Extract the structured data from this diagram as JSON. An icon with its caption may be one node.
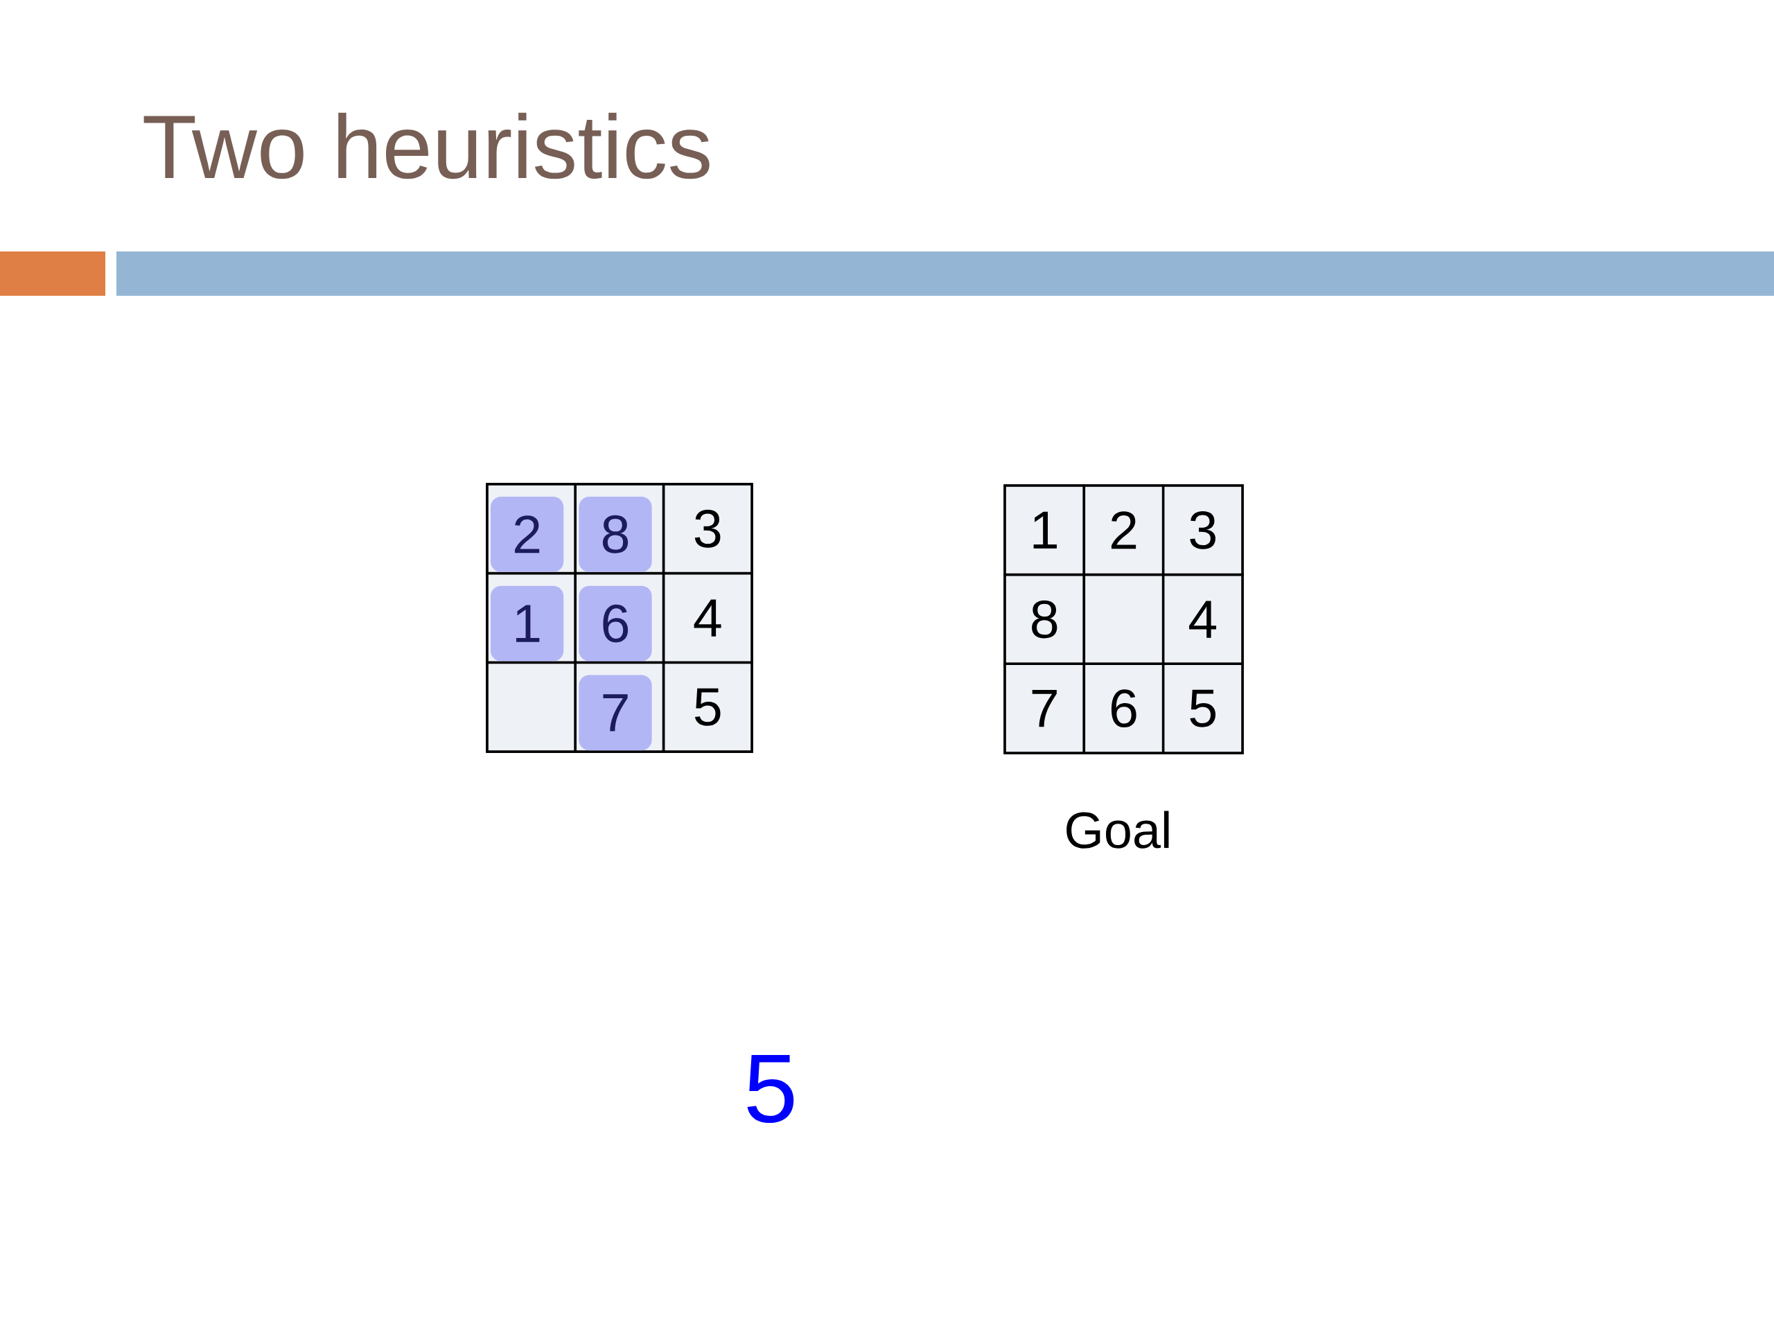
{
  "diagram": {
    "title": "Two heuristics",
    "nodes": [
      {
        "text": [],
        "shape": "box"
      },
      {
        "text": [],
        "shape": "box",
        "in": 0
      },
      {
        "text": [
          "2"
        ],
        "in": 1
      },
      {
        "text": [],
        "shape": "box",
        "in": 0
      },
      {
        "text": [
          "8"
        ],
        "in": 3
      },
      {
        "text": [
          "3"
        ],
        "in": 0
      },
      {
        "text": [],
        "shape": "box",
        "in": 0
      },
      {
        "text": [
          "1"
        ],
        "in": 6
      },
      {
        "text": [],
        "shape": "box",
        "in": 0
      },
      {
        "text": [
          "6"
        ],
        "in": 8
      },
      {
        "text": [
          "4"
        ],
        "in": 0
      },
      {
        "text": [],
        "shape": "box",
        "in": 0
      },
      {
        "text": [],
        "shape": "box",
        "in": 0
      },
      {
        "text": [
          "7"
        ],
        "in": 12
      },
      {
        "text": [
          "5"
        ],
        "in": 0
      },
      {
        "text": [],
        "shape": "box",
        "beside": [
          "Goal"
        ]
      },
      {
        "text": [
          "1"
        ],
        "in": 15
      },
      {
        "text": [
          "2"
        ],
        "in": 15
      },
      {
        "text": [
          "3"
        ],
        "in": 15
      },
      {
        "text": [
          "8"
        ],
        "in": 15
      },
      {
        "text": [],
        "shape": "box",
        "in": 15
      },
      {
        "text": [
          "4"
        ],
        "in": 15
      },
      {
        "text": [
          "7"
        ],
        "in": 15
      },
      {
        "text": [
          "6"
        ],
        "in": 15
      },
      {
        "text": [
          "5"
        ],
        "in": 15
      }
    ],
    "labels": [
      "5"
    ]
  }
}
